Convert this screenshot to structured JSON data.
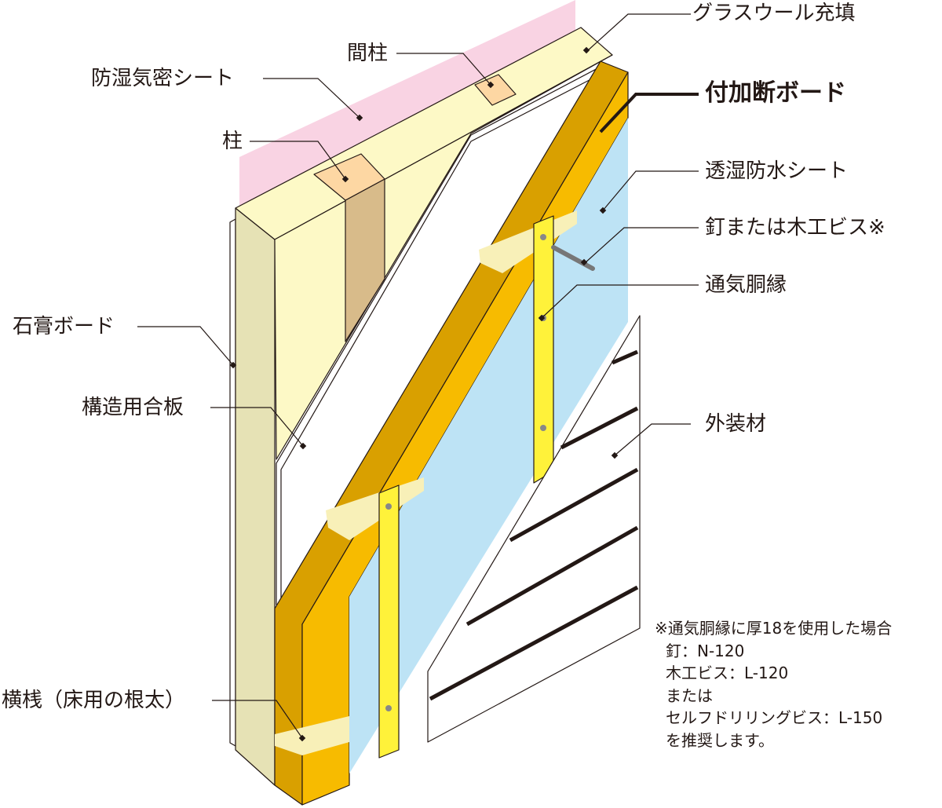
{
  "labels": {
    "glass_wool": "グラスウール充填",
    "stud": "間柱",
    "vapor_barrier": "防湿気密シート",
    "column": "柱",
    "added_insulation": "付加断ボード",
    "breathable_sheet": "透湿防水シート",
    "nail_screw": "釘または木工ビス※",
    "furring": "通気胴縁",
    "gypsum": "石膏ボード",
    "plywood": "構造用合板",
    "cladding": "外装材",
    "crosspiece": "横桟（床用の根太）"
  },
  "note": {
    "line1": "※通気胴縁に厚18を使用した場合",
    "line2": "釘：N-120",
    "line3": "木工ビス：L-120",
    "line4": "または",
    "line5": "セルフドリリングビス：L-150",
    "line6": "を推奨します。"
  },
  "colors": {
    "pink": "#f9d3e3",
    "frame": "#fdf9c6",
    "column_face": "#e6e2b5",
    "post": "#d8bb8a",
    "insulation_side": "#d9a000",
    "insulation_face": "#f7bb00",
    "blue_sheet": "#bde3f5",
    "furring": "#fff23a"
  }
}
